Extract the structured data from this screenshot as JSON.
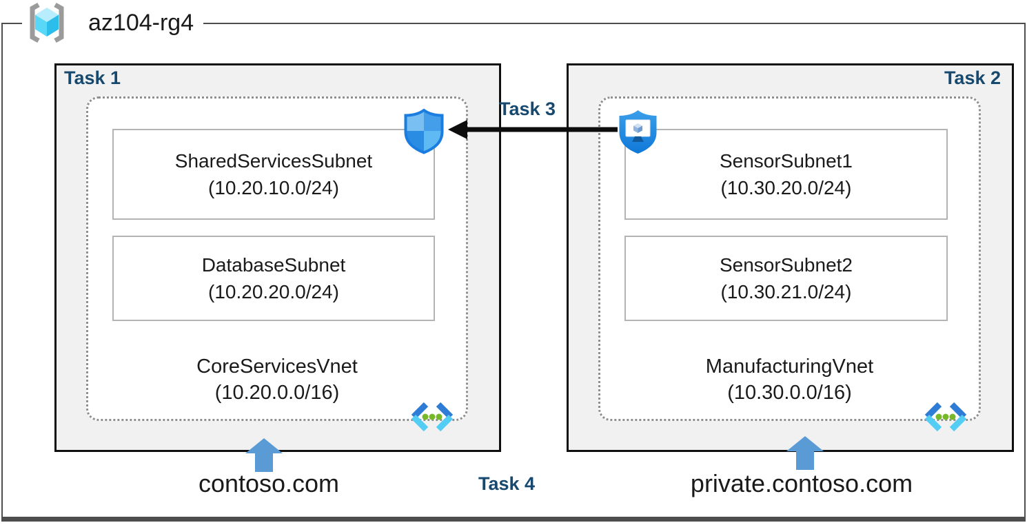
{
  "header": {
    "resource_group": "az104-rg4"
  },
  "task_labels": {
    "task1": "Task 1",
    "task2": "Task 2",
    "task3": "Task 3",
    "task4": "Task 4"
  },
  "left_vnet": {
    "name": "CoreServicesVnet",
    "cidr": "(10.20.0.0/16)",
    "dns_zone": "contoso.com",
    "subnets": [
      {
        "name": "SharedServicesSubnet",
        "cidr": "(10.20.10.0/24)"
      },
      {
        "name": "DatabaseSubnet",
        "cidr": "(10.20.20.0/24)"
      }
    ]
  },
  "right_vnet": {
    "name": "ManufacturingVnet",
    "cidr": "(10.30.0.0/16)",
    "dns_zone": "private.contoso.com",
    "subnets": [
      {
        "name": "SensorSubnet1",
        "cidr": "(10.30.20.0/24)"
      },
      {
        "name": "SensorSubnet2",
        "cidr": "(10.30.21.0/24)"
      }
    ]
  },
  "icons": {
    "resource_group": "resource-group-icon",
    "security_shield": "security-shield-icon",
    "bastion": "bastion-shield-monitor-icon",
    "virtual_network": "virtual-network-icon",
    "up_arrow": "blue-up-arrow",
    "peering_arrow": "black-left-arrow"
  },
  "colors": {
    "task_label": "#17496f",
    "box_fill": "#f1f1f1",
    "box_border": "#0f0f0f",
    "dotted_border": "#8f8f8f",
    "subnet_border": "#b3b3b3",
    "up_arrow_blue": "#5b9bd5",
    "shield_blue": "#1b7fe0",
    "vnet_icon_green": "#76b82a"
  }
}
